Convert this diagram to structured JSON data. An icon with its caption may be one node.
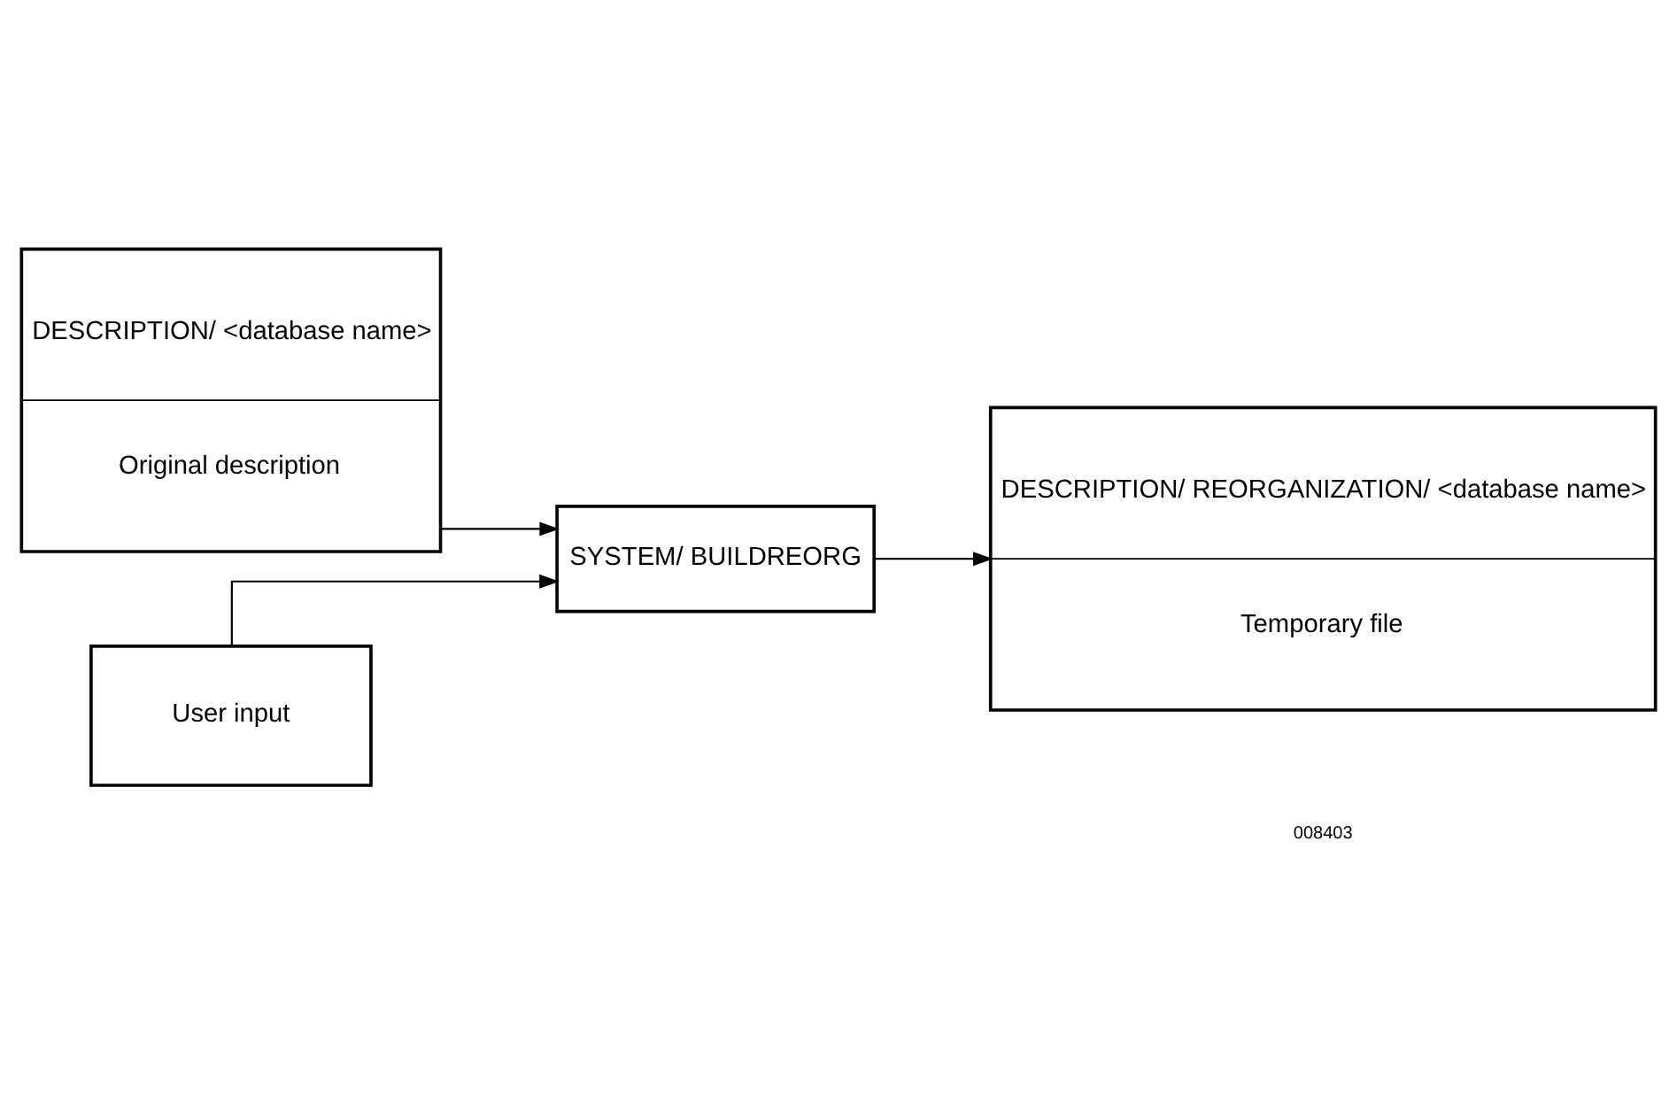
{
  "diagram": {
    "nodes": [
      {
        "text": [
          "DESCRIPTION/ <database name>",
          "Original description"
        ]
      },
      {
        "text": [
          "User input"
        ]
      },
      {
        "text": [
          "SYSTEM/ BUILDREORG"
        ]
      },
      {
        "text": [
          "DESCRIPTION/ REORGANIZATION/ <database name>",
          "Temporary file"
        ]
      }
    ],
    "edges": [
      {
        "from": 0,
        "to": 2,
        "arrow": "to"
      },
      {
        "from": 1,
        "to": 2,
        "arrow": "to"
      },
      {
        "from": 2,
        "to": 3,
        "arrow": "to"
      }
    ],
    "labels": [
      "008403"
    ]
  }
}
